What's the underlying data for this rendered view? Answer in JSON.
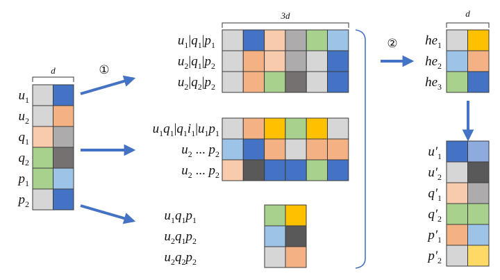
{
  "palette": {
    "L": "#d6d6d6",
    "B": "#4472c4",
    "P": "#f8cbad",
    "O": "#f4b183",
    "G": "#a9d18e",
    "Y": "#ffc000",
    "S": "#9dc3e6",
    "M": "#adabab",
    "D": "#767171",
    "K": "#595959",
    "LY": "#ffd966",
    "LB": "#8faadc"
  },
  "arrow_color": "#4472c4",
  "dims": {
    "input_width": "d",
    "path_width": "3d",
    "output_width": "d"
  },
  "steps": {
    "one": "①",
    "two": "②"
  },
  "input_matrix": {
    "rows": [
      {
        "base": "u",
        "sub": "1",
        "colors": [
          "L",
          "B"
        ]
      },
      {
        "base": "u",
        "sub": "2",
        "colors": [
          "L",
          "O"
        ]
      },
      {
        "base": "q",
        "sub": "1",
        "colors": [
          "P",
          "M"
        ]
      },
      {
        "base": "q",
        "sub": "2",
        "colors": [
          "G",
          "D"
        ]
      },
      {
        "base": "p",
        "sub": "1",
        "colors": [
          "G",
          "S"
        ]
      },
      {
        "base": "p",
        "sub": "2",
        "colors": [
          "L",
          "B"
        ]
      }
    ]
  },
  "path_group_1": {
    "labels": [
      [
        [
          "u",
          "1"
        ],
        [
          "|",
          ""
        ],
        [
          "q",
          "1"
        ],
        [
          "|",
          ""
        ],
        [
          "p",
          "1"
        ]
      ],
      [
        [
          "u",
          "2"
        ],
        [
          "|",
          ""
        ],
        [
          "q",
          "1"
        ],
        [
          "|",
          ""
        ],
        [
          "p",
          "2"
        ]
      ],
      [
        [
          "u",
          "2"
        ],
        [
          "|",
          ""
        ],
        [
          "q",
          "2"
        ],
        [
          "|",
          ""
        ],
        [
          "p",
          "2"
        ]
      ]
    ],
    "colors": [
      [
        "L",
        "B",
        "P",
        "M",
        "G",
        "S"
      ],
      [
        "L",
        "O",
        "P",
        "M",
        "L",
        "B"
      ],
      [
        "L",
        "O",
        "G",
        "D",
        "L",
        "B"
      ]
    ]
  },
  "path_group_2": {
    "labels": [
      [
        [
          "u",
          "1"
        ],
        [
          "q",
          "1"
        ],
        [
          "|",
          ""
        ],
        [
          "q",
          "1"
        ],
        [
          "i",
          "1"
        ],
        [
          "|",
          ""
        ],
        [
          "u",
          "1"
        ],
        [
          "p",
          "1"
        ]
      ],
      [
        [
          "u",
          "2"
        ],
        [
          " ... ",
          ""
        ],
        [
          "p",
          "2"
        ]
      ],
      [
        [
          "u",
          "2"
        ],
        [
          " ... ",
          ""
        ],
        [
          "p",
          "2"
        ]
      ]
    ],
    "colors": [
      [
        "L",
        "O",
        "Y",
        "G",
        "Y",
        "L"
      ],
      [
        "S",
        "B",
        "O",
        "L",
        "O",
        "O"
      ],
      [
        "P",
        "K",
        "B",
        "B",
        "G",
        "B"
      ]
    ]
  },
  "path_group_3": {
    "labels": [
      [
        [
          "u",
          "1"
        ],
        [
          "q",
          "1"
        ],
        [
          "p",
          "1"
        ]
      ],
      [
        [
          "u",
          "2"
        ],
        [
          "q",
          "1"
        ],
        [
          "p",
          "2"
        ]
      ],
      [
        [
          "u",
          "2"
        ],
        [
          "q",
          "2"
        ],
        [
          "p",
          "2"
        ]
      ]
    ],
    "colors": [
      [
        "G",
        "Y"
      ],
      [
        "S",
        "K"
      ],
      [
        "L",
        "O"
      ]
    ]
  },
  "hyperedge_matrix": {
    "labels": [
      [
        [
          "he",
          "1"
        ]
      ],
      [
        [
          "he",
          "2"
        ]
      ],
      [
        [
          "he",
          "3"
        ]
      ]
    ],
    "colors": [
      [
        "L",
        "Y"
      ],
      [
        "S",
        "O"
      ],
      [
        "G",
        "B"
      ]
    ]
  },
  "output_matrix": {
    "rows": [
      {
        "base": "u",
        "sub": "1",
        "colors": [
          "B",
          "LB"
        ]
      },
      {
        "base": "u",
        "sub": "2",
        "colors": [
          "L",
          "K"
        ]
      },
      {
        "base": "q",
        "sub": "1",
        "colors": [
          "P",
          "M"
        ]
      },
      {
        "base": "q",
        "sub": "2",
        "colors": [
          "G",
          "G"
        ]
      },
      {
        "base": "p",
        "sub": "1",
        "colors": [
          "O",
          "S"
        ]
      },
      {
        "base": "p",
        "sub": "2",
        "colors": [
          "L",
          "LY"
        ]
      }
    ]
  }
}
